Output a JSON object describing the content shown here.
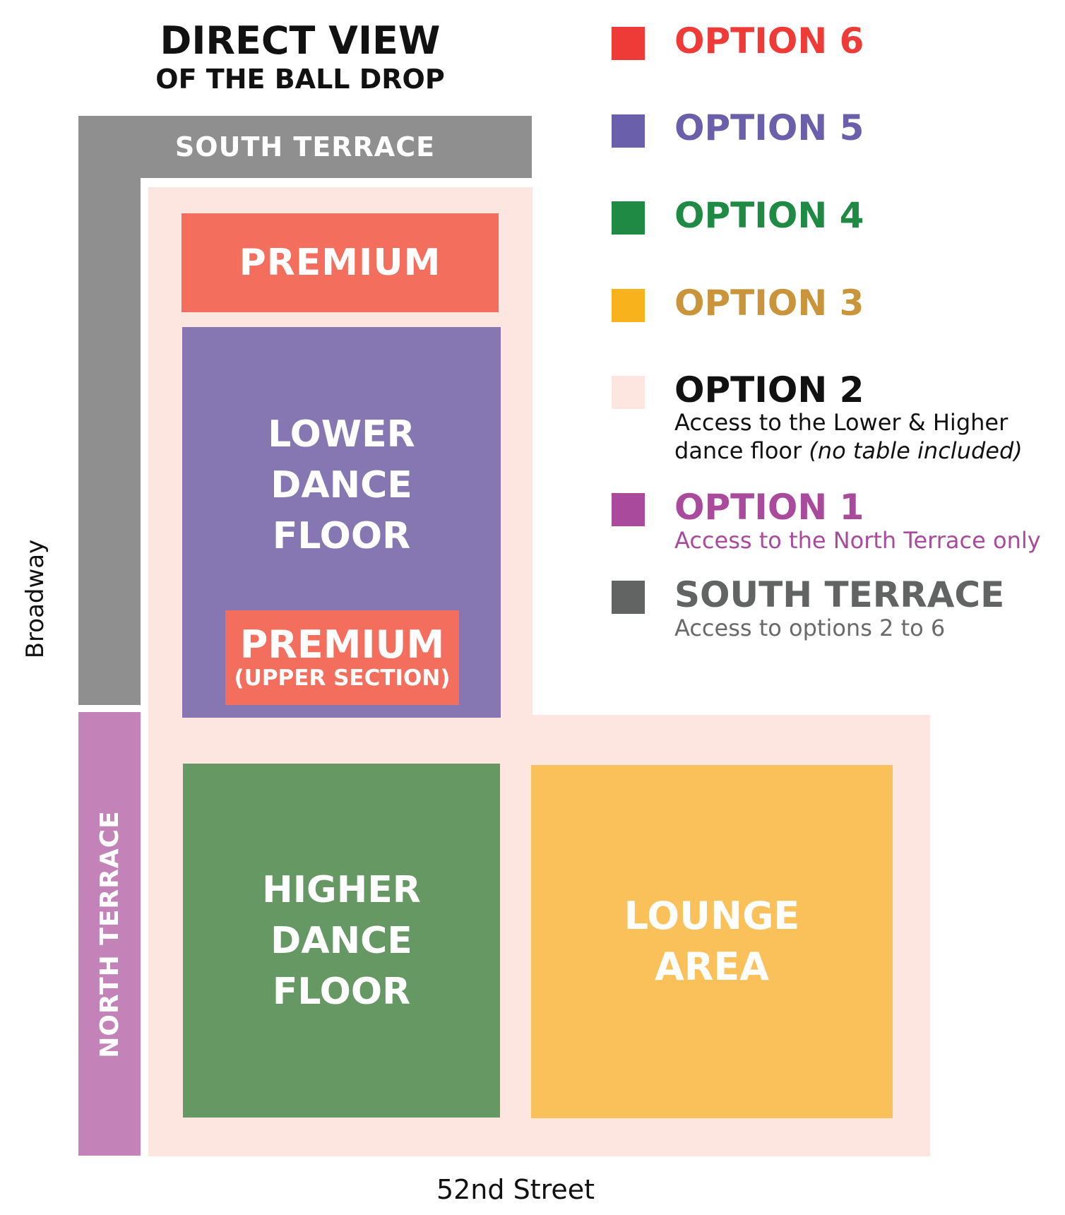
{
  "title": {
    "line1": "DIRECT VIEW",
    "line2": "OF THE BALL DROP"
  },
  "map": {
    "south_terrace": "SOUTH TERRACE",
    "north_terrace": "NORTH TERRACE",
    "premium_top": "PREMIUM",
    "lower_dance_floor": "LOWER\nDANCE\nFLOOR",
    "premium_upper_title": "PREMIUM",
    "premium_upper_sub": "(UPPER SECTION)",
    "higher_dance_floor": "HIGHER\nDANCE\nFLOOR",
    "lounge_area": "LOUNGE\nAREA"
  },
  "streets": {
    "west": "Broadway",
    "south": "52nd Street"
  },
  "legend": [
    {
      "title": "OPTION 6",
      "color": "#ee3b37",
      "swatch": "#ee3b37",
      "desc": ""
    },
    {
      "title": "OPTION 5",
      "color": "#6a5fab",
      "swatch": "#6a5fab",
      "desc": ""
    },
    {
      "title": "OPTION 4",
      "color": "#1e8a43",
      "swatch": "#1e8a43",
      "desc": ""
    },
    {
      "title": "OPTION 3",
      "color": "#c9943a",
      "swatch": "#f7b21c",
      "desc": ""
    },
    {
      "title": "OPTION 2",
      "color": "#111111",
      "swatch": "#fde6df",
      "desc_plain": "Access to the Lower & Higher",
      "desc_plain2": "dance floor ",
      "desc_italic": "(no table included)"
    },
    {
      "title": "OPTION 1",
      "color": "#aa4a9c",
      "swatch": "#aa4a9c",
      "desc": "Access to the North Terrace only"
    },
    {
      "title": "SOUTH TERRACE",
      "color": "#616463",
      "swatch": "#616463",
      "desc": "Access to options 2 to 6"
    }
  ],
  "colors": {
    "south_terrace_gray": "#8f8f8f",
    "north_terrace_pink": "#c382b8",
    "peach_floor": "#fde6df",
    "premium_coral": "#f36e5d",
    "lower_dance_purple": "#8676b1",
    "higher_dance_green": "#659863",
    "lounge_yellow": "#fac05a"
  }
}
